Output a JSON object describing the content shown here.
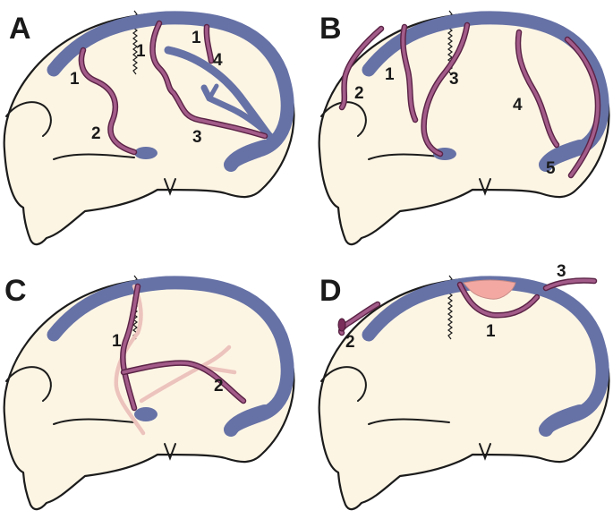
{
  "colors": {
    "sinus": "#6672a6",
    "vein_outline": "#5c2447",
    "vein_fill": "#a35c8a",
    "faded_vein": "#ecc3bd",
    "lesion": "#f3a9a2",
    "skull_fill": "#fdf5e4",
    "skull_outline": "#1c1c1c"
  },
  "panels": [
    {
      "letter": "A",
      "labels": [
        "1",
        "1",
        "1",
        "2",
        "3",
        "4"
      ]
    },
    {
      "letter": "B",
      "labels": [
        "1",
        "2",
        "3",
        "4",
        "5"
      ]
    },
    {
      "letter": "C",
      "labels": [
        "1",
        "2"
      ]
    },
    {
      "letter": "D",
      "labels": [
        "1",
        "2",
        "3"
      ]
    }
  ]
}
